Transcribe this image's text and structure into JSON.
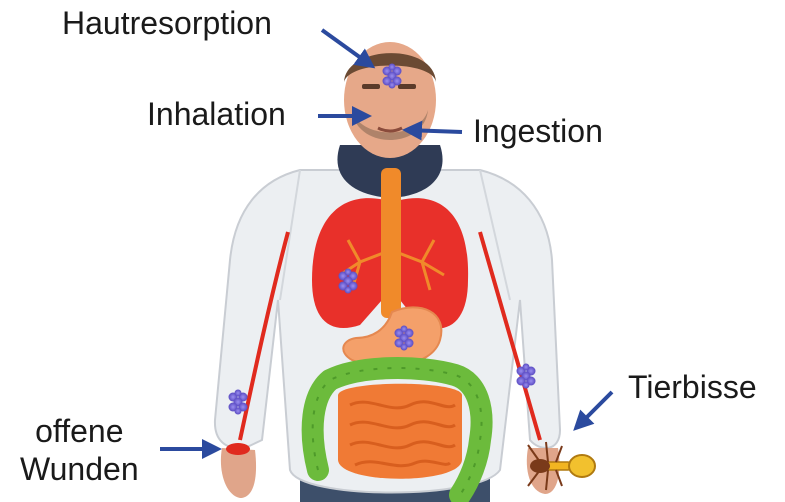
{
  "labels": {
    "hautresorption": "Hautresorption",
    "inhalation": "Inhalation",
    "ingestion": "Ingestion",
    "tierbisse": "Tierbisse",
    "offene_wunden_line1": "offene",
    "offene_wunden_line2": "Wunden"
  },
  "colors": {
    "arrow": "#2b4a9e",
    "vessel": "#e02a1e",
    "lung": "#e8302a",
    "airway": "#f08a2a",
    "stomach": "#f4a06a",
    "colon": "#6cbb3c",
    "intestine": "#f07a35",
    "pathogen": "#7b6cd8",
    "suit": "#eceff2",
    "tick_body": "#f2b521"
  }
}
